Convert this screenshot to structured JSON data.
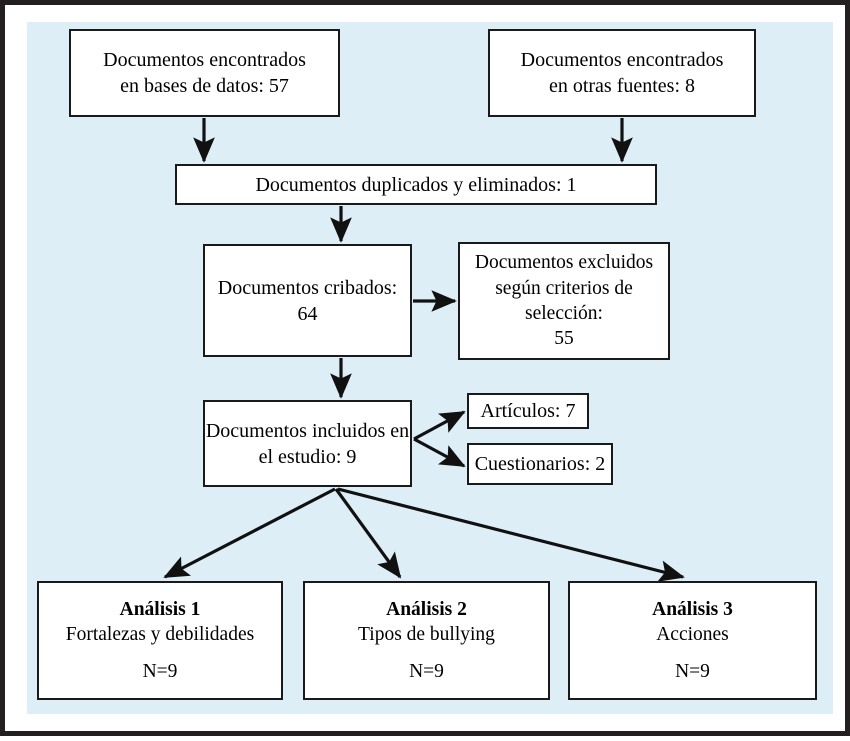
{
  "figure": {
    "type": "prisma-flow-diagram",
    "background_color": "#ddeef7",
    "border_color": "#231f20",
    "box_fill": "#ffffff",
    "box_border": "#1a1a1a"
  },
  "nodes": {
    "databases": {
      "line1": "Documentos encontrados",
      "line2": "en bases de datos: 57",
      "count": 57
    },
    "other_sources": {
      "line1": "Documentos encontrados",
      "line2": "en otras fuentes: 8",
      "count": 8
    },
    "duplicates": {
      "line1": "Documentos duplicados y eliminados: 1",
      "count": 1
    },
    "screened": {
      "line1": "Documentos cribados:",
      "line2": "64",
      "count": 64
    },
    "excluded": {
      "line1": "Documentos excluidos",
      "line2": "según criterios de",
      "line3": "selección:",
      "line4": "55",
      "count": 55
    },
    "included": {
      "line1": "Documentos incluidos en",
      "line2": "el estudio: 9",
      "count": 9
    },
    "articles": {
      "line1": "Artículos: 7",
      "count": 7
    },
    "questionnaires": {
      "line1": "Cuestionarios: 2",
      "count": 2
    },
    "analysis_1": {
      "title": "Análisis 1",
      "subtitle": "Fortalezas y debilidades",
      "n": "N=9"
    },
    "analysis_2": {
      "title": "Análisis 2",
      "subtitle": "Tipos de bullying",
      "n": "N=9"
    },
    "analysis_3": {
      "title": "Análisis 3",
      "subtitle": "Acciones",
      "n": "N=9"
    }
  },
  "edges": [
    {
      "from": "databases",
      "to": "duplicates"
    },
    {
      "from": "other_sources",
      "to": "duplicates"
    },
    {
      "from": "duplicates",
      "to": "screened"
    },
    {
      "from": "screened",
      "to": "excluded"
    },
    {
      "from": "screened",
      "to": "included"
    },
    {
      "from": "included",
      "to": "articles"
    },
    {
      "from": "included",
      "to": "questionnaires"
    },
    {
      "from": "included",
      "to": "analysis_1"
    },
    {
      "from": "included",
      "to": "analysis_2"
    },
    {
      "from": "included",
      "to": "analysis_3"
    }
  ]
}
